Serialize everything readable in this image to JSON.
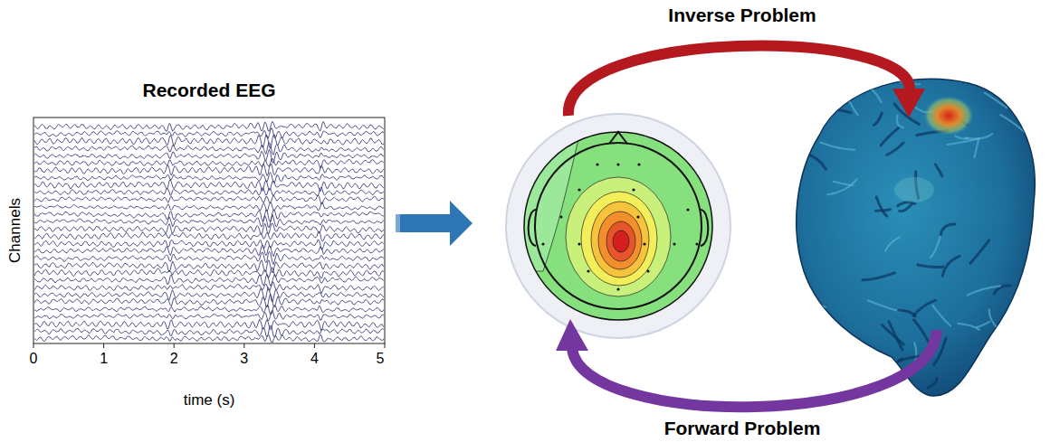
{
  "diagram": {
    "labels": [
      "Recorded EEG",
      "Channels",
      "0",
      "1",
      "2",
      "3",
      "4",
      "5",
      "time (s)",
      "Inverse Problem",
      "Forward Problem"
    ]
  }
}
